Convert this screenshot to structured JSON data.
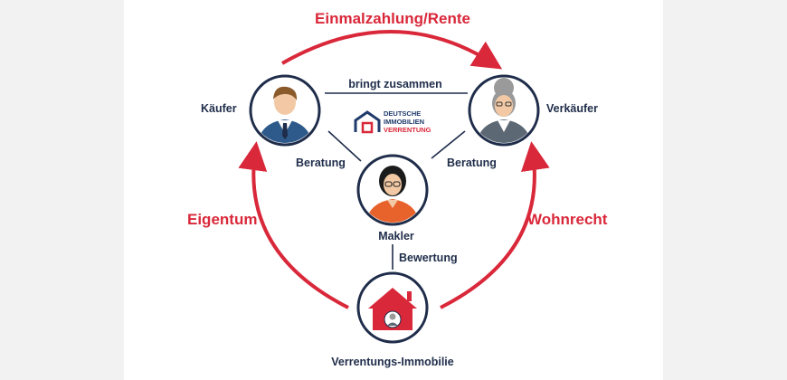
{
  "title": "Einmalzahlung/Rente",
  "nodes": {
    "kaeufer": "Käufer",
    "verkaeufer": "Verkäufer",
    "makler": "Makler",
    "immobilie": "Verrentungs-Immobilie"
  },
  "edges": {
    "bringt_zusammen": "bringt zusammen",
    "beratung_left": "Beratung",
    "beratung_right": "Beratung",
    "bewertung": "Bewertung",
    "eigentum": "Eigentum",
    "wohnrecht": "Wohnrecht"
  },
  "logo": {
    "line1": "DEUTSCHE",
    "line2": "IMMOBILIEN",
    "line3": "VERRENTUNG"
  },
  "colors": {
    "accent_red": "#d9283a",
    "navy": "#1f2d4a",
    "blue_suit": "#2d5a8a",
    "grey_suit": "#5d6875"
  },
  "icons": [
    "man-avatar-icon",
    "elderly-woman-avatar-icon",
    "woman-with-glasses-avatar-icon",
    "house-icon",
    "cycle-arrow-icon"
  ]
}
